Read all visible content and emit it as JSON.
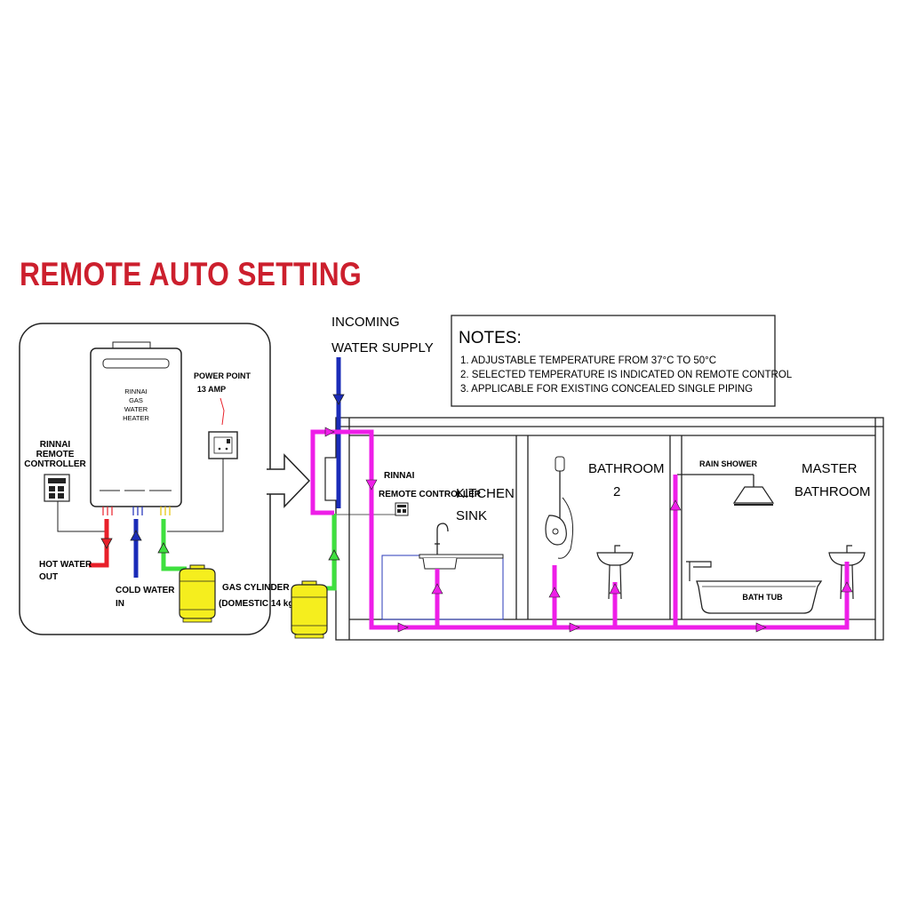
{
  "title": "REMOTE AUTO SETTING",
  "heater": {
    "line1": "RINNAI",
    "line2": "GAS",
    "line3": "WATER",
    "line4": "HEATER"
  },
  "power_point": {
    "line1": "POWER POINT",
    "line2": "13 AMP"
  },
  "remote_controller_left": {
    "line1": "RINNAI",
    "line2": "REMOTE",
    "line3": "CONTROLLER"
  },
  "remote_controller_right": {
    "line1": "RINNAI",
    "line2": "REMOTE CONTROLLER"
  },
  "hot_water": {
    "line1": "HOT WATER",
    "line2": "OUT"
  },
  "cold_water": {
    "line1": "COLD WATER",
    "line2": "IN"
  },
  "gas_cylinder": {
    "line1": "GAS CYLINDER",
    "line2": "(DOMESTIC 14 kg)"
  },
  "incoming": {
    "line1": "INCOMING",
    "line2": "WATER SUPPLY"
  },
  "notes": {
    "heading": "NOTES:",
    "items": [
      "1. ADJUSTABLE TEMPERATURE FROM 37°C TO 50°C",
      "2. SELECTED TEMPERATURE IS INDICATED ON REMOTE CONTROL",
      "3. APPLICABLE FOR EXISTING CONCEALED SINGLE PIPING"
    ]
  },
  "rooms": {
    "kitchen": {
      "line1": "KITCHEN",
      "line2": "SINK"
    },
    "bathroom2": {
      "line1": "BATHROOM",
      "line2": "2"
    },
    "master": {
      "line1": "MASTER",
      "line2": "BATHROOM"
    },
    "rain_shower": "RAIN SHOWER",
    "bath_tub": "BATH TUB"
  },
  "colors": {
    "title": "#cc1f2d",
    "hot_pipe": "#e8202a",
    "cold_pipe": "#1a2bb8",
    "gas_pipe": "#3ee03e",
    "mixed_pipe": "#ee1ee8",
    "cylinder": "#f5ee1e"
  }
}
